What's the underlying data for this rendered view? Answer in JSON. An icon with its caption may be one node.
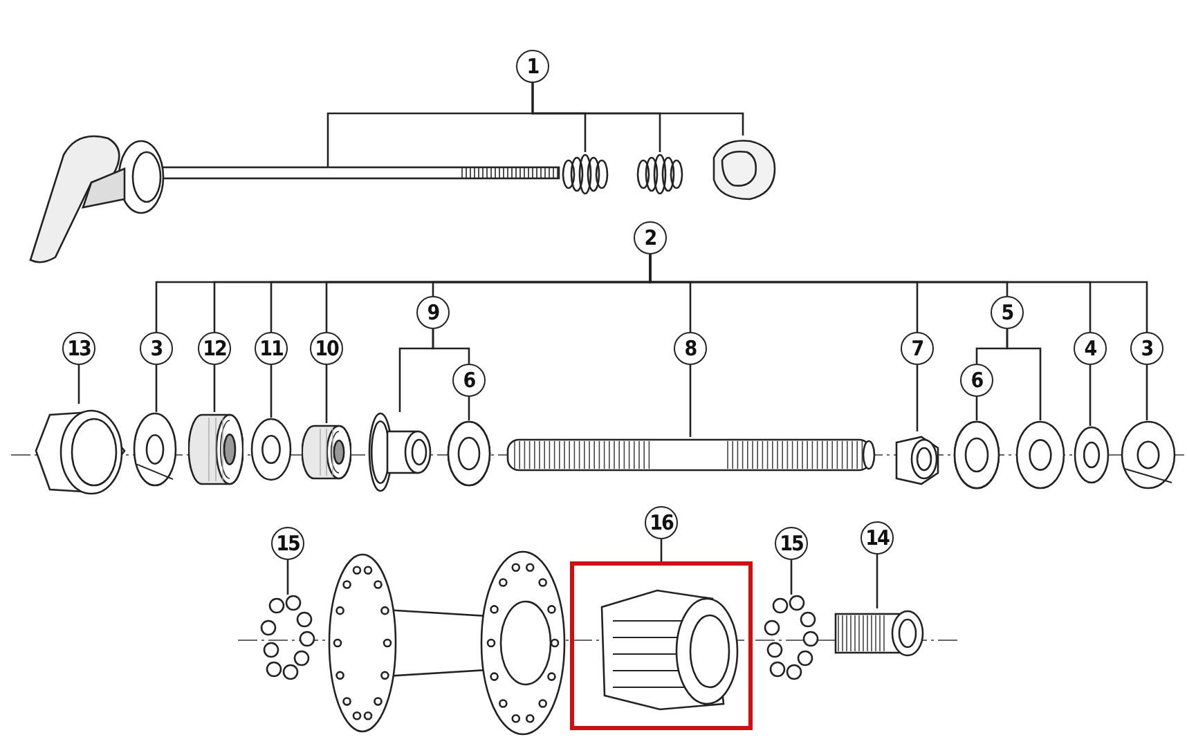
{
  "diagram": {
    "nodes": [
      {
        "text": [
          "1"
        ]
      },
      {
        "text": [
          "2"
        ]
      },
      {
        "text": [
          "13"
        ]
      },
      {
        "text": [
          "3"
        ]
      },
      {
        "text": [
          "12"
        ]
      },
      {
        "text": [
          "11"
        ]
      },
      {
        "text": [
          "10"
        ]
      },
      {
        "text": [
          "9"
        ]
      },
      {
        "text": [
          "6"
        ]
      },
      {
        "text": [
          "8"
        ]
      },
      {
        "text": [
          "7"
        ]
      },
      {
        "text": [
          "5"
        ]
      },
      {
        "text": [
          "6"
        ]
      },
      {
        "text": [
          "4"
        ]
      },
      {
        "text": [
          "3"
        ]
      },
      {
        "text": [
          "15"
        ]
      },
      {
        "text": [
          "16"
        ]
      },
      {
        "text": [
          "15"
        ]
      },
      {
        "text": [
          "14"
        ]
      },
      {
        "text": [],
        "shape": "picture"
      },
      {
        "text": [],
        "shape": "picture"
      },
      {
        "text": [],
        "shape": "picture"
      },
      {
        "text": [],
        "shape": "picture"
      },
      {
        "text": [],
        "shape": "picture"
      },
      {
        "text": [],
        "shape": "picture"
      },
      {
        "text": [],
        "shape": "picture"
      },
      {
        "text": [],
        "shape": "picture"
      },
      {
        "text": [],
        "shape": "picture"
      },
      {
        "text": [],
        "shape": "picture"
      },
      {
        "text": [],
        "shape": "picture"
      },
      {
        "text": [],
        "shape": "picture"
      },
      {
        "text": [],
        "shape": "picture"
      },
      {
        "text": [],
        "shape": "picture"
      },
      {
        "text": [],
        "shape": "picture"
      },
      {
        "text": [],
        "shape": "picture"
      },
      {
        "text": [],
        "shape": "picture"
      },
      {
        "text": [],
        "shape": "picture"
      },
      {
        "text": [],
        "shape": "box"
      },
      {
        "text": [],
        "shape": "picture"
      },
      {
        "text": [],
        "shape": "picture"
      }
    ],
    "edges": [
      {
        "from": 0,
        "to": 19,
        "arrow": "none"
      },
      {
        "from": 0,
        "to": 20,
        "arrow": "none"
      },
      {
        "from": 0,
        "to": 21,
        "arrow": "none"
      },
      {
        "from": 0,
        "to": 22,
        "arrow": "none"
      },
      {
        "from": 1,
        "to": 3,
        "arrow": "none"
      },
      {
        "from": 1,
        "to": 4,
        "arrow": "none"
      },
      {
        "from": 1,
        "to": 5,
        "arrow": "none"
      },
      {
        "from": 1,
        "to": 6,
        "arrow": "none"
      },
      {
        "from": 1,
        "to": 7,
        "arrow": "none"
      },
      {
        "from": 1,
        "to": 9,
        "arrow": "none"
      },
      {
        "from": 1,
        "to": 10,
        "arrow": "none"
      },
      {
        "from": 1,
        "to": 11,
        "arrow": "none"
      },
      {
        "from": 1,
        "to": 13,
        "arrow": "none"
      },
      {
        "from": 1,
        "to": 14,
        "arrow": "none"
      },
      {
        "from": 2,
        "to": 23,
        "arrow": "none"
      },
      {
        "from": 3,
        "to": 24,
        "arrow": "none"
      },
      {
        "from": 4,
        "to": 25,
        "arrow": "none"
      },
      {
        "from": 5,
        "to": 26,
        "arrow": "none"
      },
      {
        "from": 6,
        "to": 27,
        "arrow": "none"
      },
      {
        "from": 7,
        "to": 28,
        "arrow": "none"
      },
      {
        "from": 7,
        "to": 8,
        "arrow": "none"
      },
      {
        "from": 8,
        "to": 29,
        "arrow": "none"
      },
      {
        "from": 9,
        "to": 30,
        "arrow": "none"
      },
      {
        "from": 10,
        "to": 31,
        "arrow": "none"
      },
      {
        "from": 11,
        "to": 12,
        "arrow": "none"
      },
      {
        "from": 11,
        "to": 33,
        "arrow": "none"
      },
      {
        "from": 12,
        "to": 32,
        "arrow": "none"
      },
      {
        "from": 13,
        "to": 34,
        "arrow": "none"
      },
      {
        "from": 14,
        "to": 35,
        "arrow": "none"
      },
      {
        "from": 15,
        "to": 36,
        "arrow": "none"
      },
      {
        "from": 16,
        "to": 37,
        "arrow": "none"
      },
      {
        "from": 17,
        "to": 38,
        "arrow": "none"
      },
      {
        "from": 18,
        "to": 39,
        "arrow": "none"
      }
    ]
  }
}
